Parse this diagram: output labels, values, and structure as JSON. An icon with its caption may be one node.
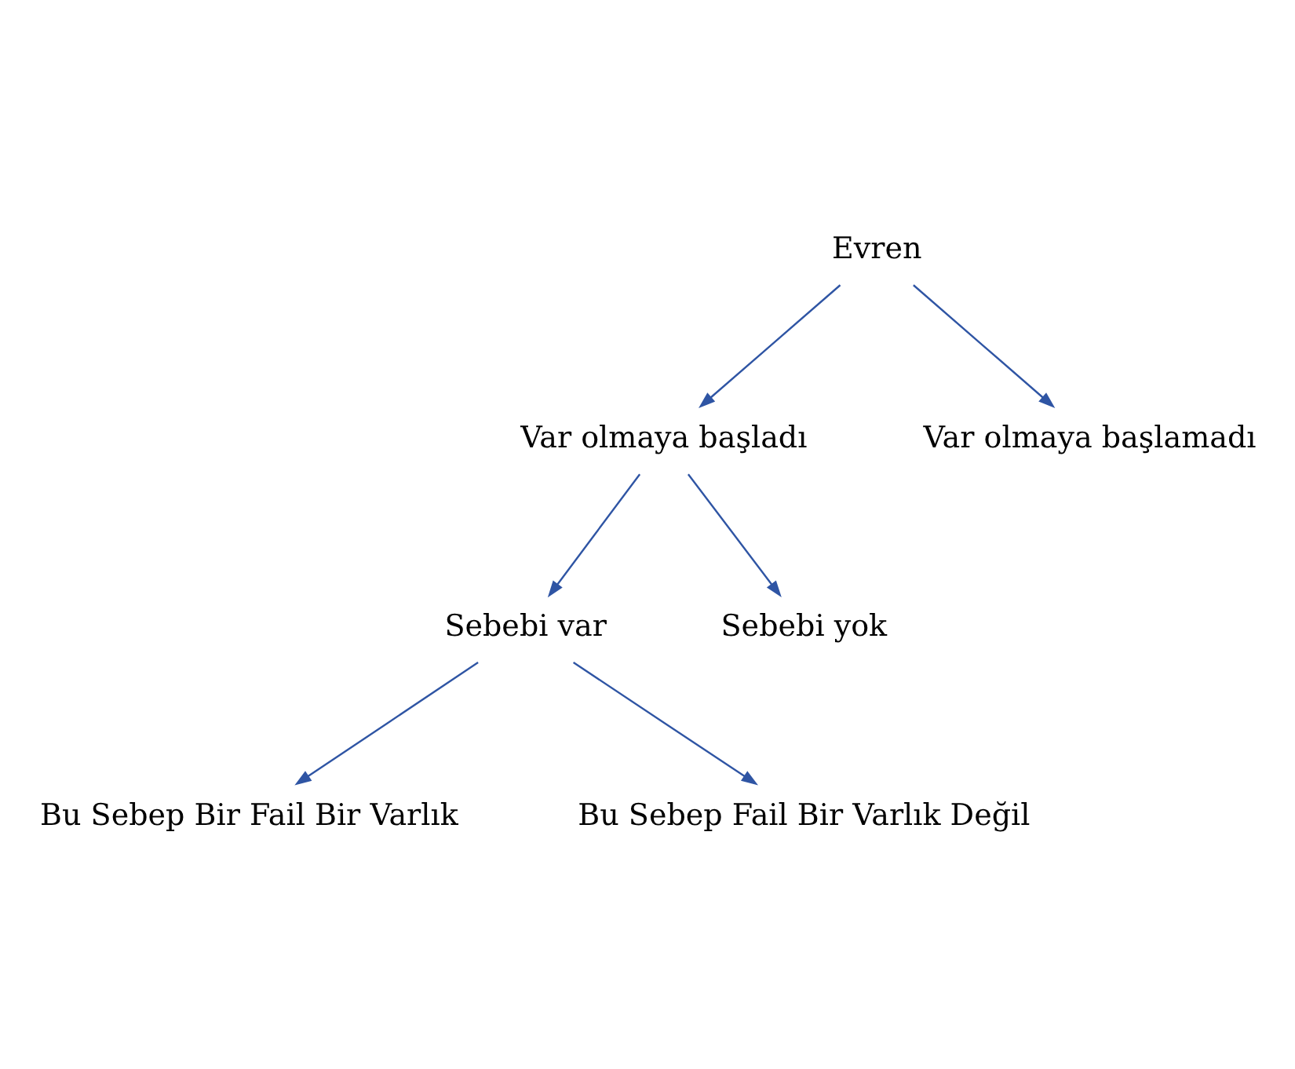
{
  "diagram": {
    "nodes": [
      {
        "text": [
          "Evren"
        ]
      },
      {
        "text": [
          "Var olmaya başladı"
        ]
      },
      {
        "text": [
          "Var olmaya başlamadı"
        ]
      },
      {
        "text": [
          "Sebebi var"
        ]
      },
      {
        "text": [
          "Sebebi yok"
        ]
      },
      {
        "text": [
          "Bu Sebep Bir Fail Bir Varlık"
        ]
      },
      {
        "text": [
          "Bu Sebep Fail Bir Varlık Değil"
        ]
      }
    ],
    "edges": [
      {
        "from": 0,
        "to": 1,
        "arrow": "to"
      },
      {
        "from": 0,
        "to": 2,
        "arrow": "to"
      },
      {
        "from": 1,
        "to": 3,
        "arrow": "to"
      },
      {
        "from": 1,
        "to": 4,
        "arrow": "to"
      },
      {
        "from": 3,
        "to": 5,
        "arrow": "to"
      },
      {
        "from": 3,
        "to": 6,
        "arrow": "to"
      }
    ]
  }
}
